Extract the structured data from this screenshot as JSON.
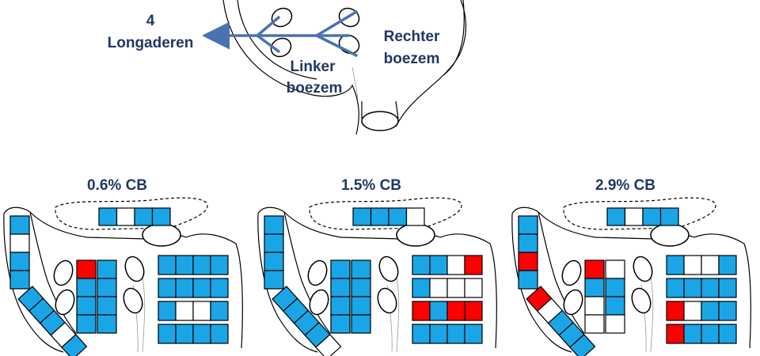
{
  "top_diagram": {
    "label_veins_number": "4",
    "label_veins_name": "Longaderen",
    "label_left_atrium_1": "Linker",
    "label_left_atrium_2": "boezem",
    "label_right_atrium_1": "Rechter",
    "label_right_atrium_2": "boezem"
  },
  "colors": {
    "blue": "#1aa6e6",
    "red": "#ff0000",
    "white": "#ffffff",
    "navy": "#1f3864",
    "arrow": "#4a72b0"
  },
  "panels": [
    {
      "title": "0.6% CB",
      "top_row": [
        "B",
        "W",
        "B",
        "B"
      ],
      "left_strip": [
        "B",
        "W",
        "B",
        "B"
      ],
      "diag_strip": [
        "B",
        "B",
        "B",
        "W",
        "B"
      ],
      "col_a": [
        "R",
        "B",
        "B",
        "B"
      ],
      "col_b": [
        "B",
        "B",
        "B",
        "B"
      ],
      "grid": [
        [
          "B",
          "B",
          "B",
          "B"
        ],
        [
          "B",
          "B",
          "B",
          "B"
        ],
        [
          "B",
          "W",
          "W",
          "B"
        ],
        [
          "B",
          "B",
          "B",
          "B"
        ]
      ]
    },
    {
      "title": "1.5% CB",
      "top_row": [
        "B",
        "B",
        "B",
        "W"
      ],
      "left_strip": [
        "B",
        "B",
        "B",
        "B"
      ],
      "diag_strip": [
        "B",
        "B",
        "B",
        "B",
        "W"
      ],
      "col_a": [
        "B",
        "B",
        "B",
        "B"
      ],
      "col_b": [
        "B",
        "B",
        "B",
        "B"
      ],
      "grid": [
        [
          "B",
          "B",
          "W",
          "R"
        ],
        [
          "B",
          "W",
          "W",
          "W"
        ],
        [
          "R",
          "B",
          "R",
          "R"
        ],
        [
          "B",
          "B",
          "B",
          "B"
        ]
      ]
    },
    {
      "title": "2.9% CB",
      "top_row": [
        "B",
        "W",
        "B",
        "B"
      ],
      "left_strip": [
        "B",
        "B",
        "R",
        "B"
      ],
      "diag_strip": [
        "R",
        "W",
        "B",
        "B",
        "B"
      ],
      "col_a": [
        "R",
        "B",
        "W",
        "W"
      ],
      "col_b": [
        "W",
        "B",
        "B",
        "W"
      ],
      "grid": [
        [
          "B",
          "W",
          "W",
          "B"
        ],
        [
          "B",
          "B",
          "B",
          "B"
        ],
        [
          "R",
          "W",
          "B",
          "B"
        ],
        [
          "R",
          "B",
          "B",
          "B"
        ]
      ]
    }
  ]
}
